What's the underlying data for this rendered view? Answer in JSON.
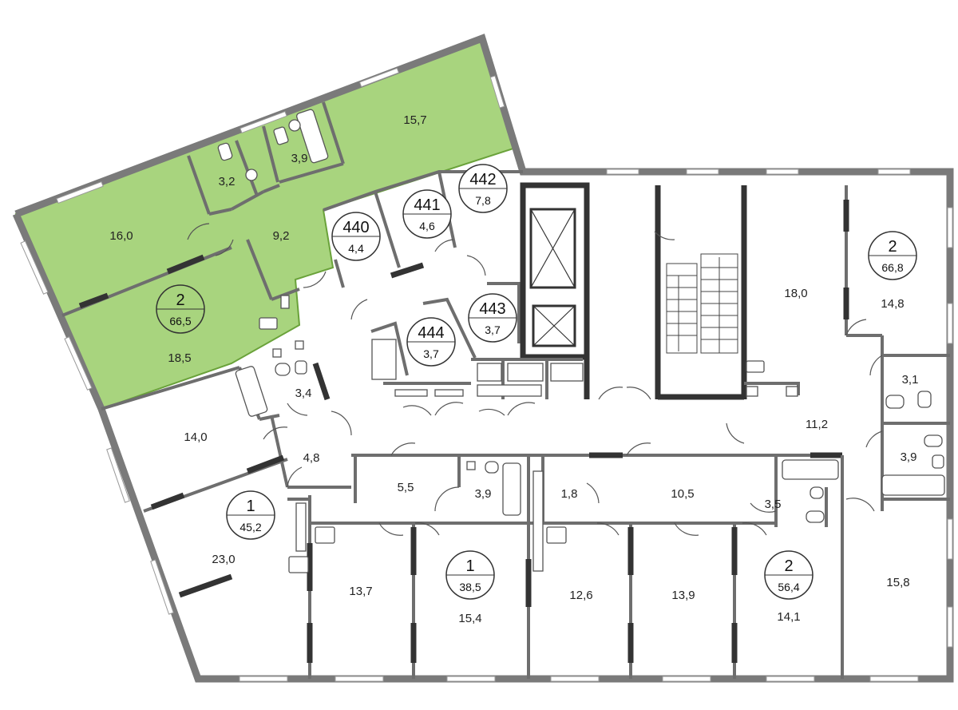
{
  "colors": {
    "highlight": "#a8d47e",
    "highlight_stroke": "#6aa23a",
    "wall": "#7a7a7a",
    "dark_wall": "#333333"
  },
  "rooms": {
    "r16_0": "16,0",
    "r3_2": "3,2",
    "r3_9a": "3,9",
    "r15_7": "15,7",
    "r9_2": "9,2",
    "r18_5": "18,5",
    "r3_4": "3,4",
    "r14_0": "14,0",
    "r4_8": "4,8",
    "r23_0": "23,0",
    "r5_5": "5,5",
    "r3_9b": "3,9",
    "r1_8": "1,8",
    "r10_5": "10,5",
    "r3_5": "3,5",
    "r13_7": "13,7",
    "r15_4": "15,4",
    "r12_6": "12,6",
    "r13_9": "13,9",
    "r14_1": "14,1",
    "r15_8": "15,8",
    "r18_0": "18,0",
    "r14_8": "14,8",
    "r11_2": "11,2",
    "r3_1": "3,1",
    "r3_9c": "3,9"
  },
  "badges": {
    "b440": {
      "top": "440",
      "bottom": "4,4"
    },
    "b441": {
      "top": "441",
      "bottom": "4,6"
    },
    "b442": {
      "top": "442",
      "bottom": "7,8"
    },
    "b443": {
      "top": "443",
      "bottom": "3,7"
    },
    "b444": {
      "top": "444",
      "bottom": "3,7"
    },
    "apt_2_665": {
      "top": "2",
      "bottom": "66,5"
    },
    "apt_1_452": {
      "top": "1",
      "bottom": "45,2"
    },
    "apt_1_385": {
      "top": "1",
      "bottom": "38,5"
    },
    "apt_2_564": {
      "top": "2",
      "bottom": "56,4"
    },
    "apt_2_668": {
      "top": "2",
      "bottom": "66,8"
    }
  }
}
